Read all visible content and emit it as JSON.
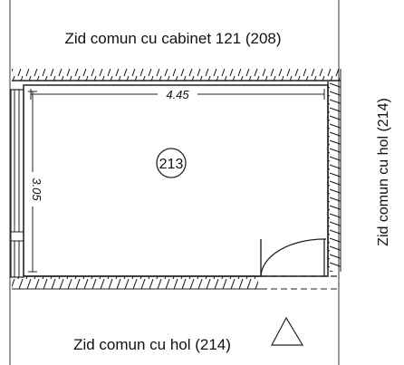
{
  "labels": {
    "top_wall": "Zid comun cu cabinet 121 (208)",
    "bottom_wall": "Zid comun cu hol (214)",
    "right_wall": "Zid comun cu hol (214)"
  },
  "room": {
    "number": "213"
  },
  "dimensions": {
    "width": "4.45",
    "height": "3.05"
  }
}
